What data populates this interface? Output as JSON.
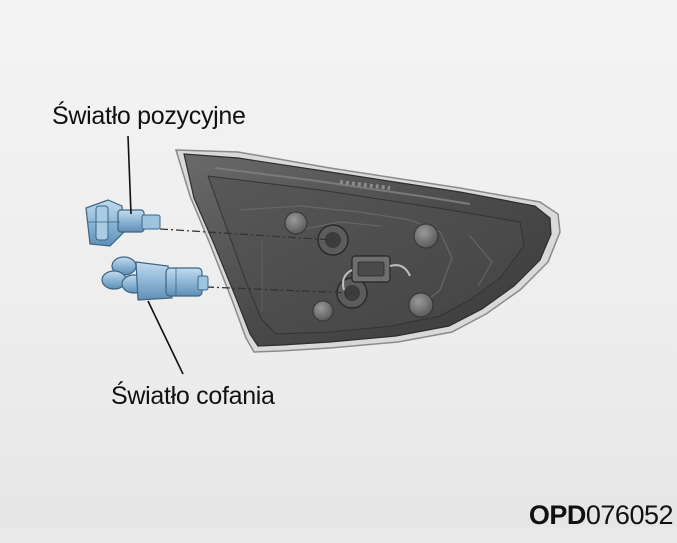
{
  "labels": {
    "position_light": "Światło pozycyjne",
    "reverse_light": "Światło cofania"
  },
  "figure_code": {
    "prefix": "OPD",
    "number": "076052"
  },
  "colors": {
    "lamp_housing": "#4e4e4e",
    "bulb_socket": "#8fb8d6",
    "leader_line": "#111111"
  }
}
